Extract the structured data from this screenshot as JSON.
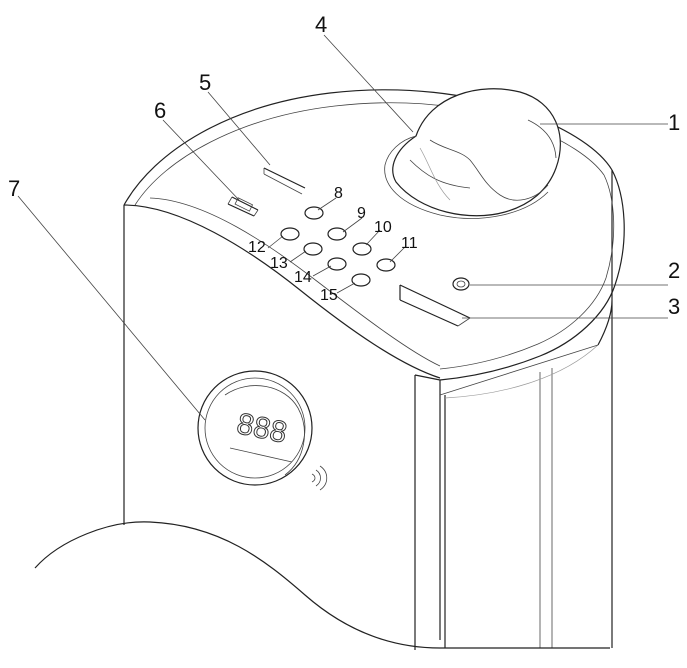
{
  "labels": {
    "l1": "1",
    "l2": "2",
    "l3": "3",
    "l4": "4",
    "l5": "5",
    "l6": "6",
    "l7": "7",
    "l8": "8",
    "l9": "9",
    "l10": "10",
    "l11": "11",
    "l12": "12",
    "l13": "13",
    "l14": "14",
    "l15": "15"
  },
  "display": {
    "digits": "888"
  }
}
